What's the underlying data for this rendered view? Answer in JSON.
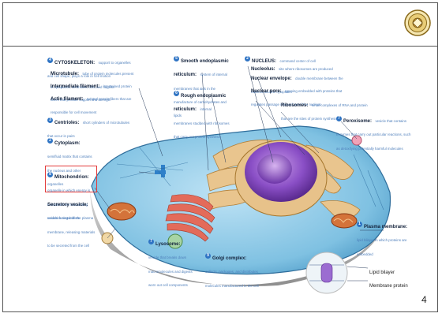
{
  "slide": {
    "page_number": "4",
    "seal_icon": "institution-seal-icon"
  },
  "diagram": {
    "labels": {
      "cytoskeleton": {
        "title": "CYTOSKELETON:",
        "desc": "support to organelles and cell shape; plays a role in cell motion"
      },
      "microtubule": {
        "title": "Microtubule:",
        "desc": "tube of protein molecules present in cytoplasm, centrioles, cilia, and flagella"
      },
      "intermediate_filament": {
        "title": "Intermediate filament:",
        "desc": "intertwined protein fibers that provide support and strength"
      },
      "actin_filament": {
        "title": "Actin filament:",
        "desc": "twisted protein fibers that are responsible for cell movement"
      },
      "centrioles": {
        "title": "Centrioles:",
        "desc": "short cylinders of microtubules that occur in pairs"
      },
      "cytoplasm": {
        "title": "Cytoplasm:",
        "desc": "semifluid matrix that contains the nucleus and other organelles"
      },
      "mitochondrion": {
        "title": "Mitochondrion:",
        "desc": "organelle in which energy is extracted from food during oxidative metabolism"
      },
      "secretory_vesicle": {
        "title": "Secretory vesicle:",
        "desc": "vesicle fusing with the plasma membrane, releasing materials to be secreted from the cell"
      },
      "smooth_er": {
        "title": "Smooth endoplasmic reticulum:",
        "desc": "system of internal membranes that aids in the manufacture of carbohydrates and lipids"
      },
      "rough_er": {
        "title": "Rough endoplasmic reticulum:",
        "desc": "internal membranes studded with ribosomes that carry out protein synthesis"
      },
      "lysosome": {
        "title": "Lysosome:",
        "desc": "vesicle that breaks down macromolecules and digests worn out cell components"
      },
      "golgi_complex": {
        "title": "Golgi complex:",
        "desc": "collects, packages, and distributes molecules manufactured in the cell"
      },
      "nucleus": {
        "title": "NUCLEUS:",
        "desc": "command center of cell"
      },
      "nucleolus": {
        "title": "Nucleolus:",
        "desc": "site where ribosomes are produced"
      },
      "nuclear_envelope": {
        "title": "Nuclear envelope:",
        "desc": "double membrane between the nucleus and the cytoplasm"
      },
      "nuclear_pore": {
        "title": "Nuclear pore:",
        "desc": "opening embedded with proteins that regulates passage into and out of the nucleus"
      },
      "ribosomes": {
        "title": "Ribosomes:",
        "desc": "small complexes of RNA and protein that are the sites of protein synthesis"
      },
      "peroxisome": {
        "title": "Peroxisome:",
        "desc": "vesicle that contains enzymes that carry out particular reactions, such as detoxifying potentially harmful molecules"
      },
      "plasma_membrane": {
        "title": "Plasma membrane:",
        "desc": "lipid bilayer in which proteins are embedded"
      },
      "lipid_bilayer": {
        "title": "Lipid bilayer",
        "desc": ""
      },
      "membrane_protein": {
        "title": "Membrane protein",
        "desc": ""
      }
    },
    "badges": {
      "cytoskeleton": "4",
      "centrioles": "3",
      "cytoplasm": "2",
      "mitochondrion": "8",
      "smooth_er": "5",
      "rough_er": "6",
      "lysosome": "7",
      "golgi_complex": "9",
      "nucleus": "2",
      "peroxisome": "7",
      "plasma_membrane": "1"
    }
  }
}
